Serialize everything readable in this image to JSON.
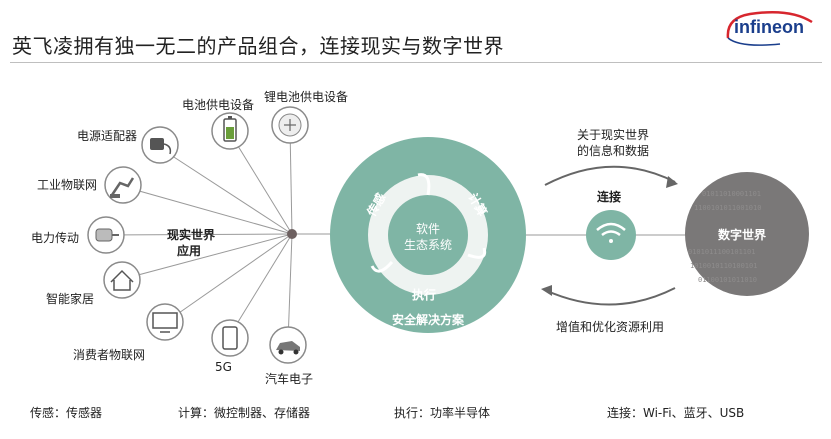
{
  "title": "英飞凌拥有独一无二的产品组合，连接现实与数字世界",
  "logo": "infineon",
  "left_nodes": [
    {
      "label": "电池供电设备",
      "icon": "battery-icon"
    },
    {
      "label": "锂电池供电设备",
      "icon": "lithium-battery-icon"
    },
    {
      "label": "电源适配器",
      "icon": "power-adapter-icon"
    },
    {
      "label": "工业物联网",
      "icon": "industrial-robot-icon"
    },
    {
      "label": "电力传动",
      "icon": "motor-icon"
    },
    {
      "label": "智能家居",
      "icon": "house-icon"
    },
    {
      "label": "消费者物联网",
      "icon": "monitor-icon"
    },
    {
      "label": "5G",
      "icon": "smartphone-icon"
    },
    {
      "label": "汽车电子",
      "icon": "car-icon"
    }
  ],
  "hub_label_1": "现实世界",
  "hub_label_2": "应用",
  "ring": {
    "sense": "传感",
    "compute": "计算",
    "actuate": "执行",
    "core_1": "软件",
    "core_2": "生态系统",
    "security": "安全解决方案",
    "color": "#7fb5a5"
  },
  "connect": {
    "top_1": "关于现实世界",
    "top_2": "的信息和数据",
    "middle": "连接",
    "bottom": "增值和优化资源利用",
    "icon": "wifi-icon"
  },
  "digital_world": "数字世界",
  "footer": {
    "f1": "传感：传感器",
    "f2": "计算：微控制器、存储器",
    "f3": "执行：功率半导体",
    "f4": "连接：Wi-Fi、蓝牙、USB"
  }
}
